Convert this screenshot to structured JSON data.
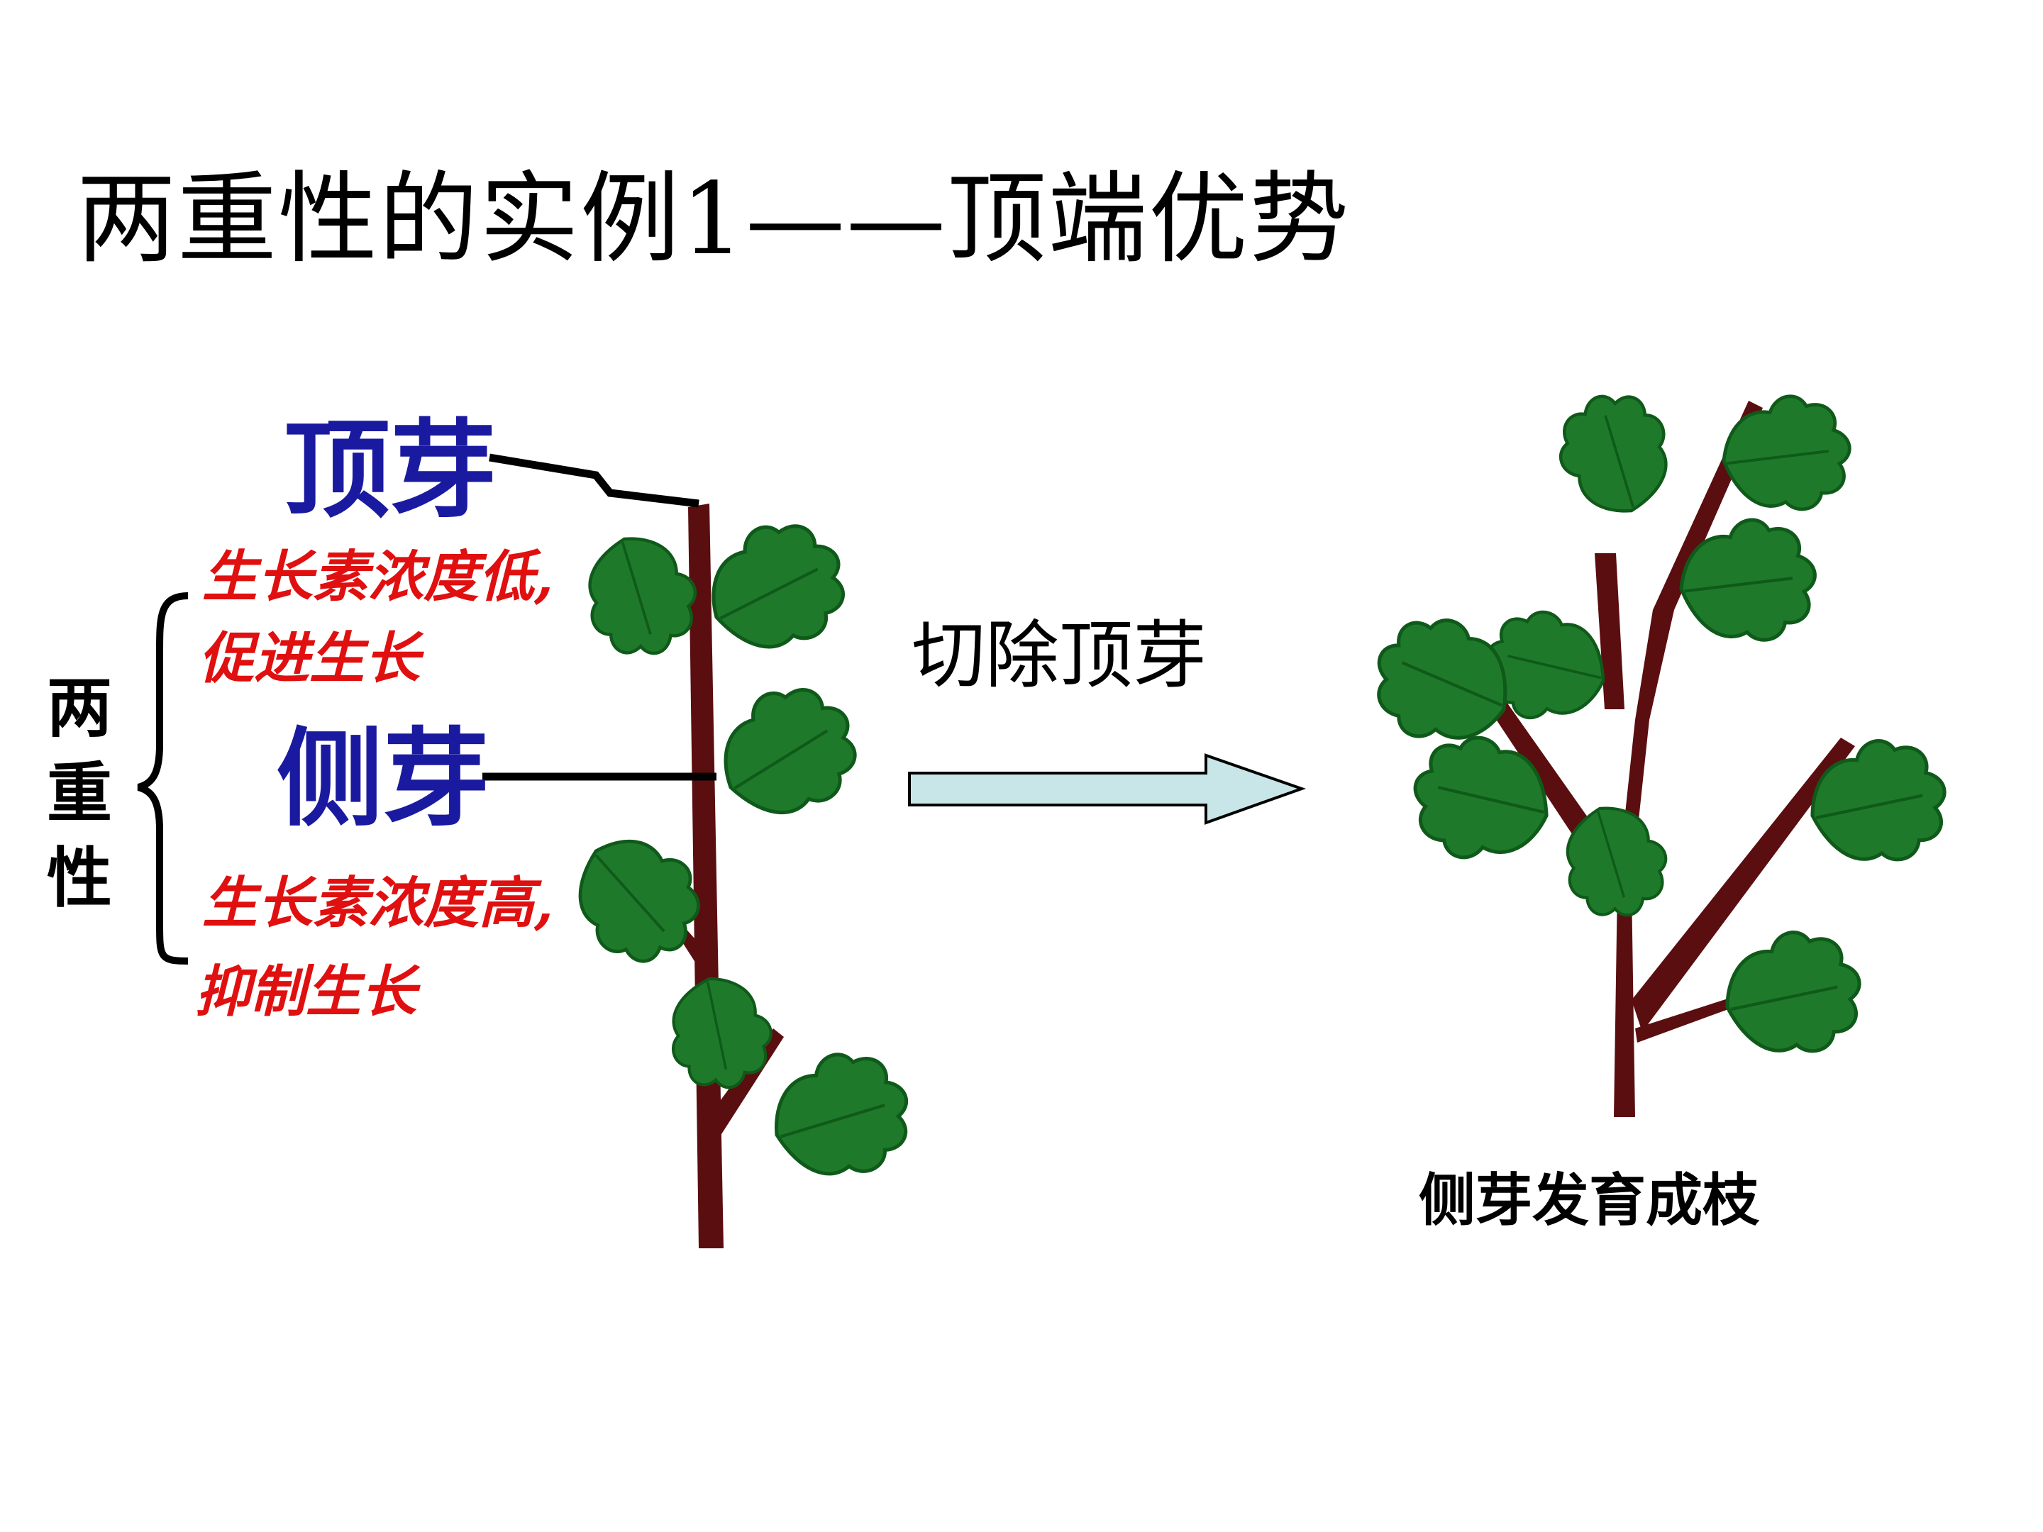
{
  "slide": {
    "title": "两重性的实例1——顶端优势"
  },
  "left_diagram": {
    "apical_bud_label": "顶芽",
    "apical_note_line1": "生长素浓度低,",
    "apical_note_line2": "促进生长",
    "lateral_bud_label": "侧芽",
    "lateral_note_line1": "生长素浓度高,",
    "lateral_note_line2": "抑制生长",
    "duality_chars": [
      "两",
      "重",
      "性"
    ]
  },
  "arrow": {
    "label": "切除顶芽"
  },
  "right_diagram": {
    "caption": "侧芽发育成枝"
  },
  "colors": {
    "bud_label": "#1a1aa0",
    "note_text": "#e01010",
    "stem": "#5a0e10",
    "leaf": "#1e7a2a",
    "leaf_dark": "#0f5a1a",
    "arrow_fill": "#c8e6e8",
    "text": "#000000"
  }
}
